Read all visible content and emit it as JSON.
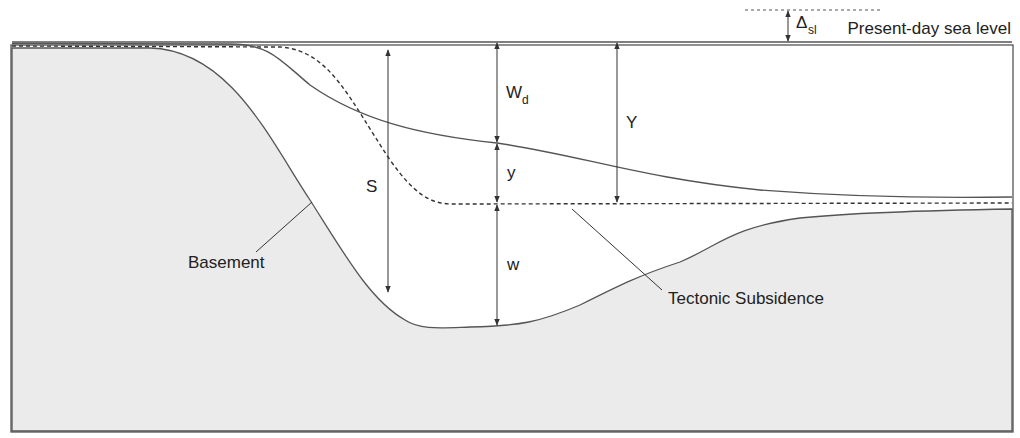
{
  "diagram": {
    "labels": [
      "Δ",
      "sl",
      "Present-day sea level",
      "W",
      "d",
      "Y",
      "y",
      "S",
      "Basement",
      "w",
      "Tectonic Subsidence"
    ]
  }
}
